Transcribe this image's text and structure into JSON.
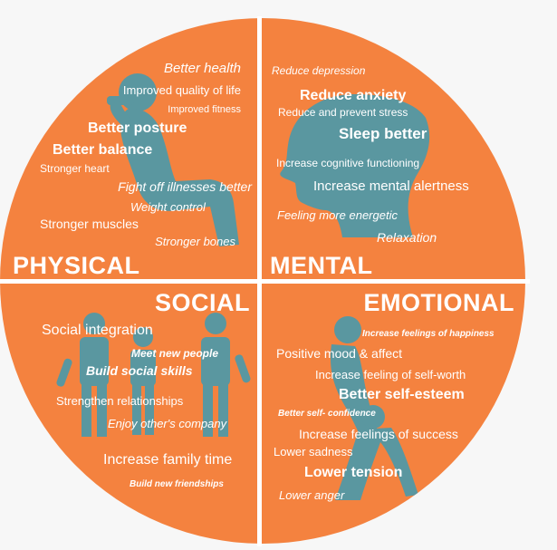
{
  "colors": {
    "background": "#f7f7f7",
    "orange": "#f4823f",
    "teal": "#5a97a0",
    "divider": "#ffffff",
    "text": "#ffffff"
  },
  "quadrants": {
    "physical": {
      "title": "PHYSICAL",
      "figure": "weightlifter-silhouette",
      "items": [
        "Better health",
        "Improved quality of life",
        "Improved fitness",
        "Better posture",
        "Better balance",
        "Stronger heart",
        "Fight off illnesses better",
        "Weight control",
        "Stronger muscles",
        "Stronger bones"
      ]
    },
    "mental": {
      "title": "MENTAL",
      "figure": "head-silhouette",
      "items": [
        "Reduce depression",
        "Reduce anxiety",
        "Reduce and prevent stress",
        "Sleep better",
        "Increase cognitive functioning",
        "Increase mental alertness",
        "Feeling more energetic",
        "Relaxation"
      ]
    },
    "social": {
      "title": "SOCIAL",
      "figure": "people-group-silhouette",
      "items": [
        "Social integration",
        "Meet new people",
        "Build social skills",
        "Strengthen relationships",
        "Enjoy other's company",
        "Increase family time",
        "Build new friendships"
      ]
    },
    "emotional": {
      "title": "EMOTIONAL",
      "figure": "hugging-figures-silhouette",
      "items": [
        "Increase feelings of happiness",
        "Positive mood & affect",
        "Increase feeling of self-worth",
        "Better self-esteem",
        "Better self- confidence",
        "Increase feelings of success",
        "Lower sadness",
        "Lower tension",
        "Lower anger"
      ]
    }
  }
}
